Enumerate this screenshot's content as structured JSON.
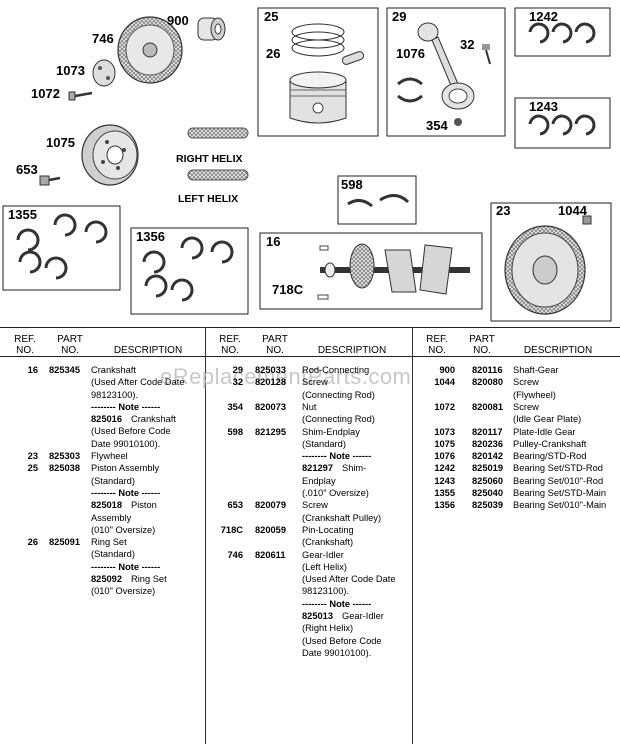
{
  "callouts": {
    "c900": "900",
    "c746": "746",
    "c1073": "1073",
    "c1072": "1072",
    "c1075": "1075",
    "c653": "653",
    "c25": "25",
    "c26": "26",
    "c29": "29",
    "c1076": "1076",
    "c32": "32",
    "c354": "354",
    "c1242": "1242",
    "c1243": "1243",
    "c598": "598",
    "c23": "23",
    "c1044": "1044",
    "c1355": "1355",
    "c1356": "1356",
    "c16": "16",
    "c718c": "718C"
  },
  "helix": {
    "right": "RIGHT HELIX",
    "left": "LEFT HELIX"
  },
  "table": {
    "headers": {
      "ref": "REF.",
      "no": "NO.",
      "part": "PART",
      "part_no": "NO.",
      "description": "DESCRIPTION"
    },
    "watermark": "eReplacementParts.com",
    "col1": [
      {
        "ref": "16",
        "part": "825345",
        "desc": [
          "Crankshaft",
          "(Used After Code Date",
          "98123100)."
        ]
      },
      {
        "note": "-------- Note ------",
        "part": "825016",
        "desc": [
          "Crankshaft",
          "(Used Before Code",
          "Date 99010100)."
        ]
      },
      {
        "ref": "23",
        "part": "825303",
        "desc": [
          "Flywheel"
        ]
      },
      {
        "ref": "25",
        "part": "825038",
        "desc": [
          "Piston Assembly",
          "(Standard)"
        ]
      },
      {
        "note": "-------- Note ------",
        "part": "825018",
        "desc": [
          "Piston",
          "Assembly",
          "(010\" Oversize)"
        ]
      },
      {
        "ref": "26",
        "part": "825091",
        "desc": [
          "Ring Set",
          "(Standard)"
        ]
      },
      {
        "note": "-------- Note ------",
        "part": "825092",
        "desc": [
          "Ring Set",
          "(010\" Oversize)"
        ]
      }
    ],
    "col2": [
      {
        "ref": "29",
        "part": "825033",
        "desc": [
          "Rod-Connecting"
        ]
      },
      {
        "ref": "32",
        "part": "820128",
        "desc": [
          "Screw",
          "(Connecting Rod)"
        ]
      },
      {
        "ref": "354",
        "part": "820073",
        "desc": [
          "Nut",
          "(Connecting Rod)"
        ]
      },
      {
        "ref": "598",
        "part": "821295",
        "desc": [
          "Shim-Endplay",
          "(Standard)"
        ]
      },
      {
        "note": "-------- Note ------",
        "part": "821297",
        "desc": [
          "Shim-",
          "Endplay",
          "(.010\" Oversize)"
        ]
      },
      {
        "ref": "653",
        "part": "820079",
        "desc": [
          "Screw",
          "(Crankshaft Pulley)"
        ]
      },
      {
        "ref": "718C",
        "part": "820059",
        "desc": [
          "Pin-Locating",
          "(Crankshaft)"
        ]
      },
      {
        "ref": "746",
        "part": "820611",
        "desc": [
          "Gear-Idler",
          "(Left Helix)",
          "(Used After Code Date",
          "98123100)."
        ]
      },
      {
        "note": "-------- Note ------",
        "part": "825013",
        "desc": [
          "Gear-Idler",
          "(Right Helix)",
          "(Used Before Code",
          "Date 99010100)."
        ]
      }
    ],
    "col3": [
      {
        "ref": "900",
        "part": "820116",
        "desc": [
          "Shaft-Gear"
        ]
      },
      {
        "ref": "1044",
        "part": "820080",
        "desc": [
          "Screw",
          "(Flywheel)"
        ]
      },
      {
        "ref": "1072",
        "part": "820081",
        "desc": [
          "Screw",
          "(Idle Gear Plate)"
        ]
      },
      {
        "ref": "1073",
        "part": "820117",
        "desc": [
          "Plate-Idle Gear"
        ]
      },
      {
        "ref": "1075",
        "part": "820236",
        "desc": [
          "Pulley-Crankshaft"
        ]
      },
      {
        "ref": "1076",
        "part": "820142",
        "desc": [
          "Bearing/STD-Rod"
        ]
      },
      {
        "ref": "1242",
        "part": "825019",
        "desc": [
          "Bearing Set/STD-Rod"
        ]
      },
      {
        "ref": "1243",
        "part": "825060",
        "desc": [
          "Bearing Set/010\"-Rod"
        ]
      },
      {
        "ref": "1355",
        "part": "825040",
        "desc": [
          "Bearing Set/STD-Main"
        ]
      },
      {
        "ref": "1356",
        "part": "825039",
        "desc": [
          "Bearing Set/010\"-Main"
        ]
      }
    ]
  }
}
